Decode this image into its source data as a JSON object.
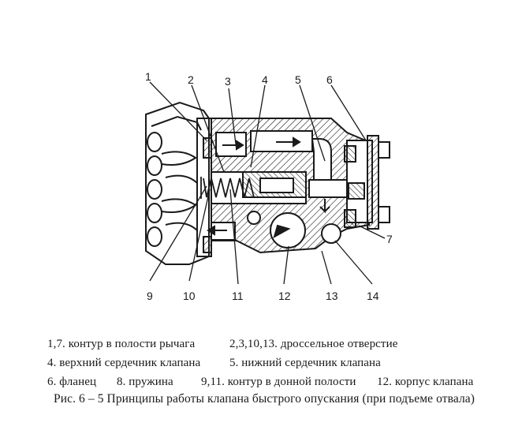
{
  "figure": {
    "callouts": [
      "1",
      "2",
      "3",
      "4",
      "5",
      "6",
      "7",
      "9",
      "10",
      "11",
      "12",
      "13",
      "14"
    ],
    "legend": [
      [
        "1,7.  контур в полости рычага",
        "2,3,10,13.  дроссельное отверстие"
      ],
      [
        "4.  верхний сердечник клапана",
        "5.  нижний сердечник клапана"
      ],
      [
        "6.  фланец",
        "8.  пружина",
        "9,11.  контур в донной полости",
        "12.  корпус клапана"
      ]
    ],
    "caption": "Рис. 6 – 5 Принципы работы клапана быстрого опускания (при подъеме отвала)"
  },
  "colors": {
    "ink": "#1a1a1a",
    "paper": "#ffffff",
    "hatch": "#1a1a1a"
  }
}
